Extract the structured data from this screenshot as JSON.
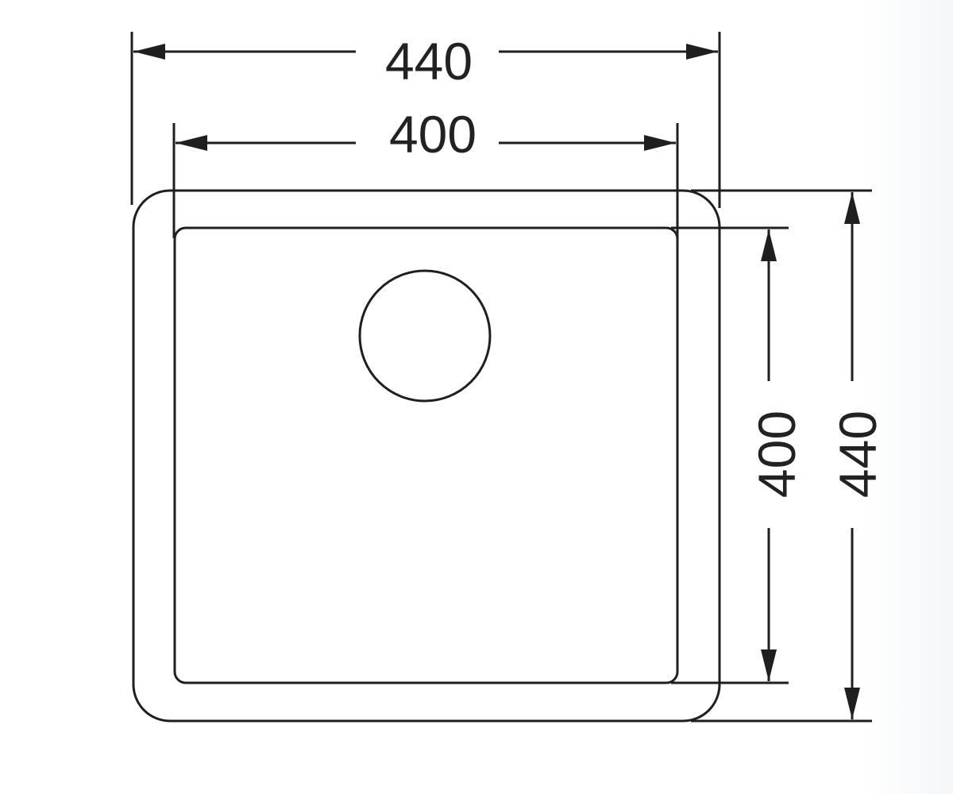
{
  "colors": {
    "line": "#1f1f1f",
    "background": "#ffffff"
  },
  "dimensions": {
    "outer_width": "440",
    "inner_width": "400",
    "inner_height": "400",
    "outer_height": "440"
  }
}
